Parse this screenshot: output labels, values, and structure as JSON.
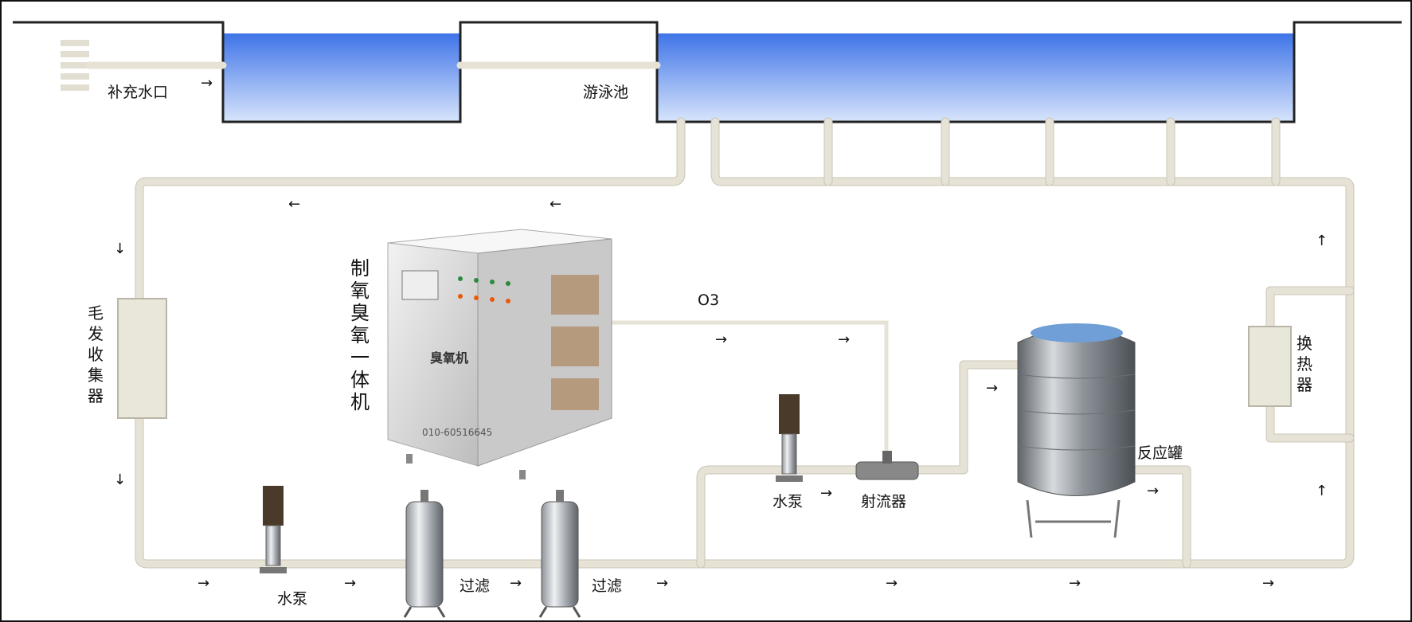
{
  "labels": {
    "makeup_water": "补充水口",
    "pool": "游泳池",
    "hair_collector": "毛发收集器",
    "ozone_machine": "制氧臭氧一体机",
    "machine_plate": "臭氧机",
    "machine_phone": "010-60516645",
    "o3": "O3",
    "pump": "水泵",
    "ejector": "射流器",
    "reactor": "反应罐",
    "heat_exchanger": "换热器",
    "filter": "过滤"
  },
  "arrows": {
    "right": "→",
    "left": "←",
    "up": "↑",
    "down": "↓"
  },
  "colors": {
    "water_top": "#3f74e8",
    "water_bottom": "#cfe0fb",
    "pipe": "#e6e3d6",
    "ground": "#222222",
    "machine": "#d9d9d9"
  }
}
